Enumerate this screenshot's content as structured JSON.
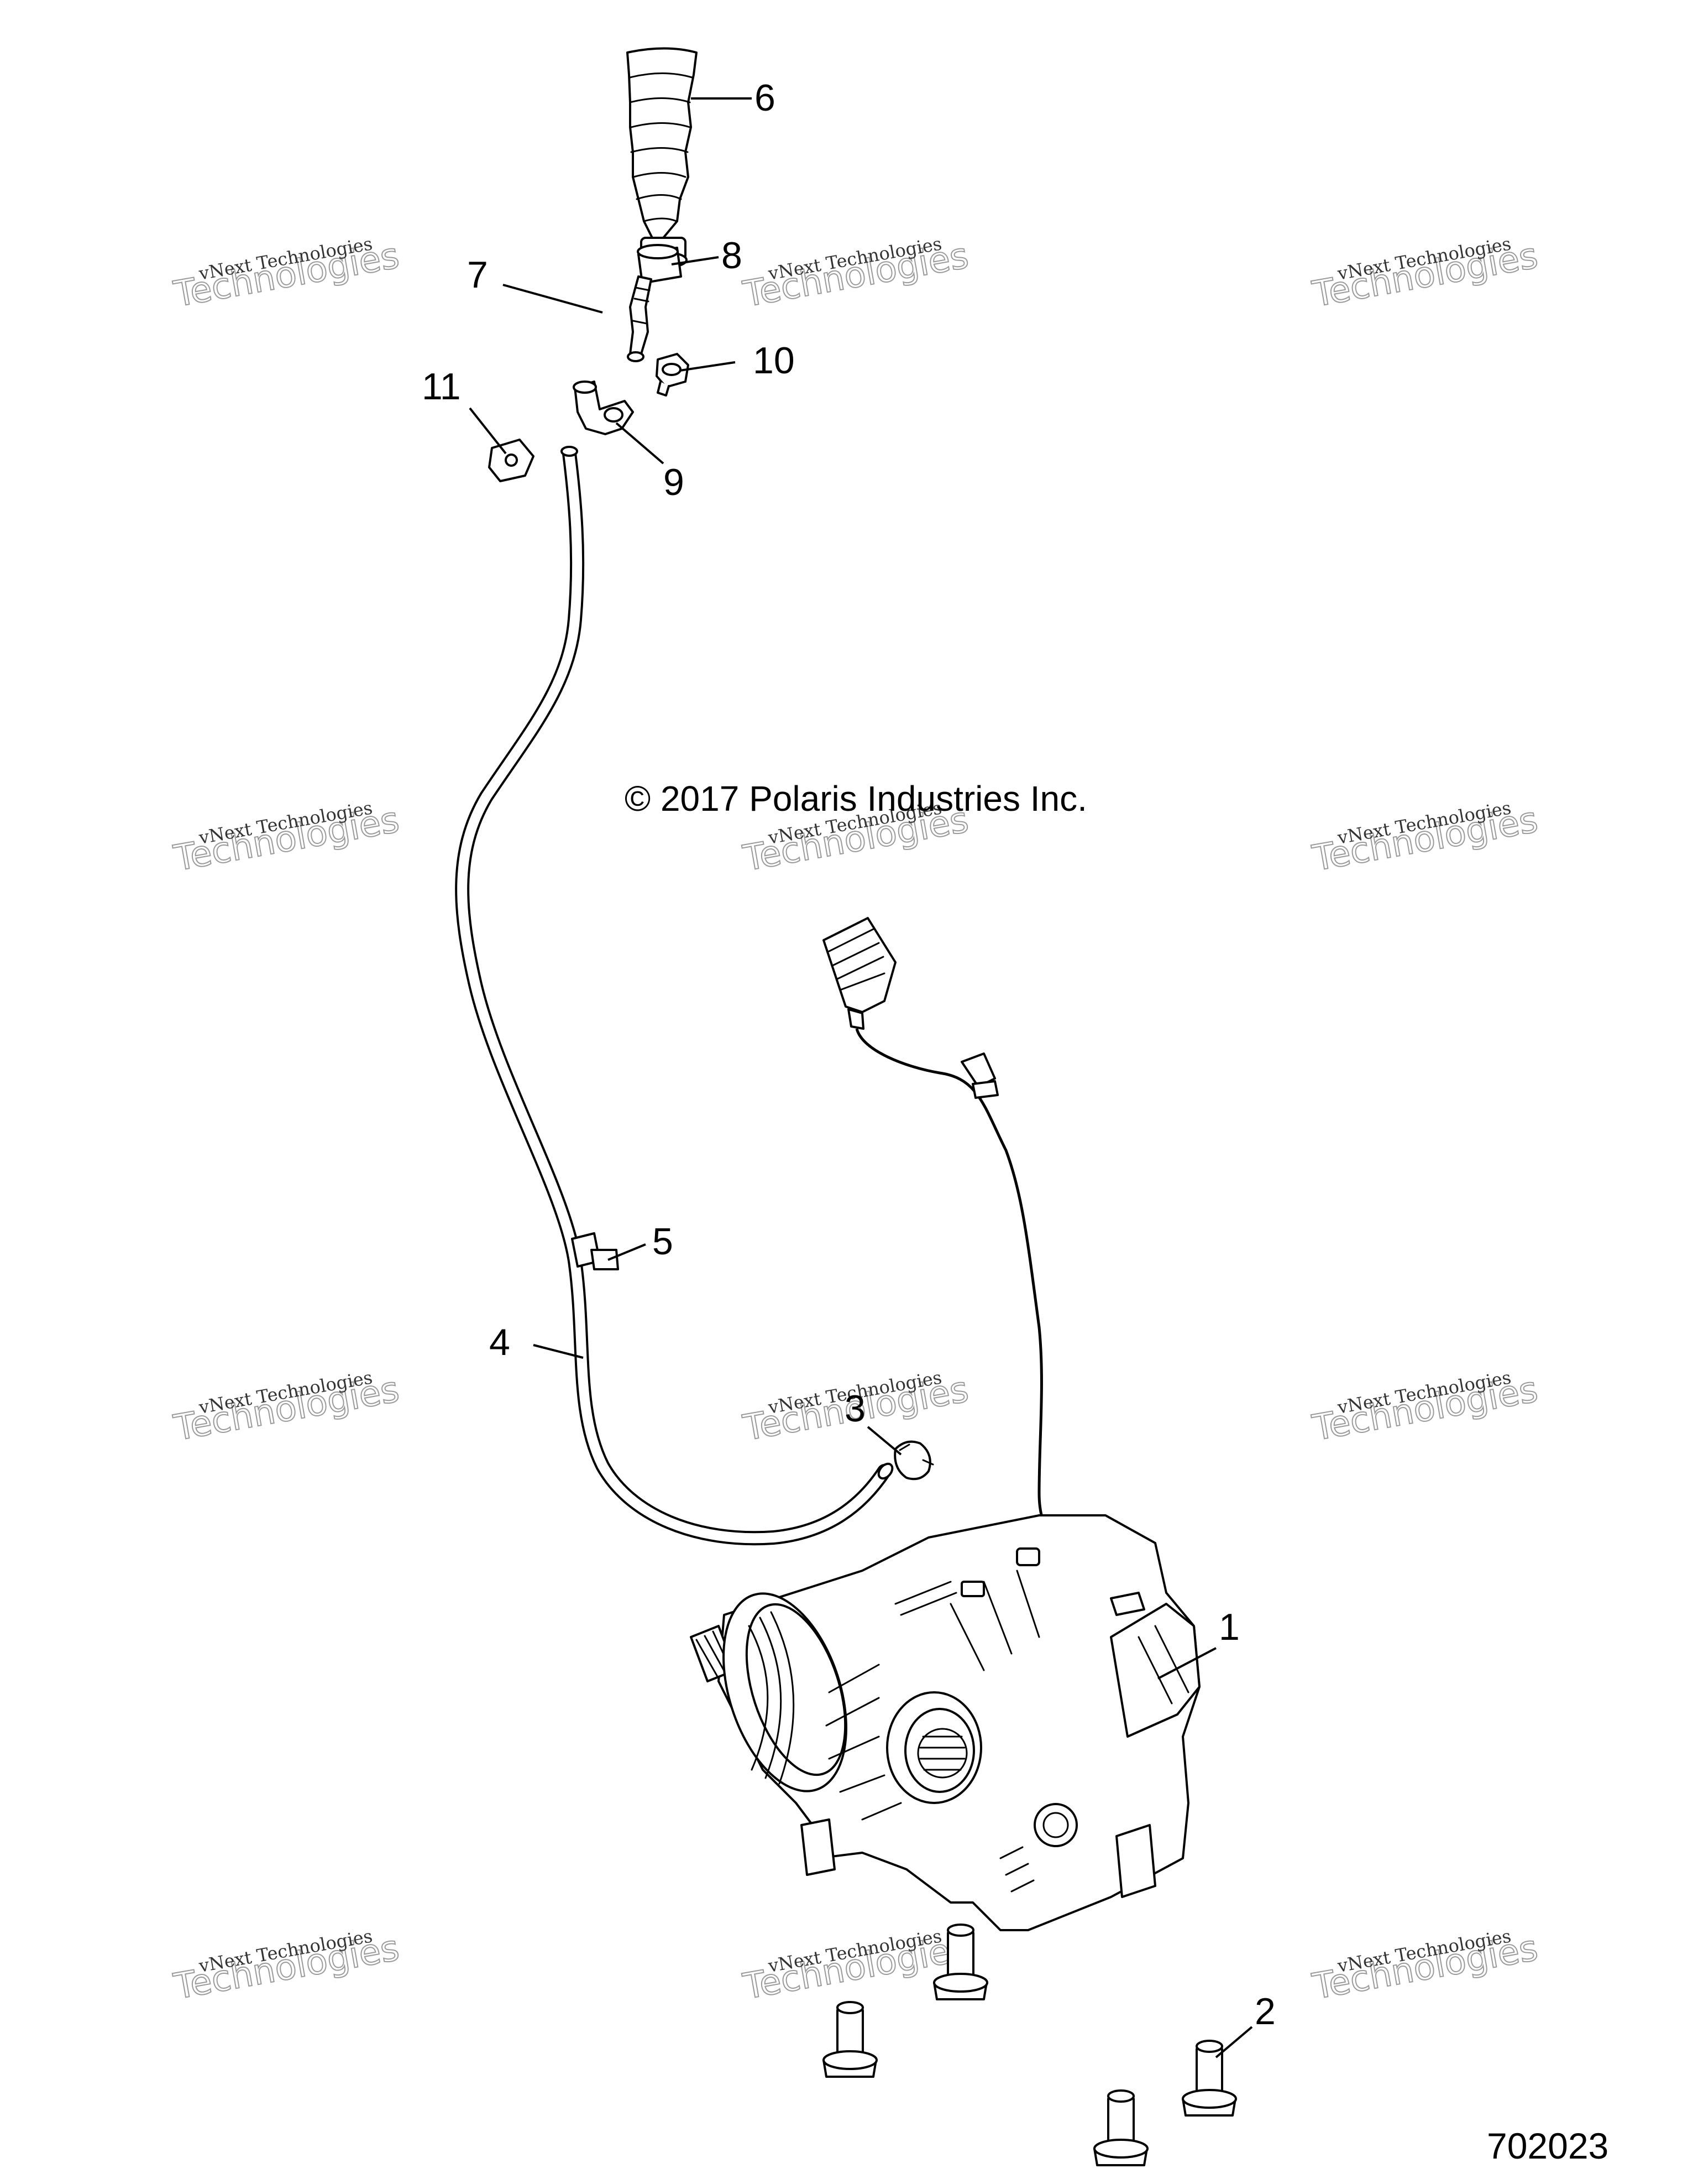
{
  "copyright": "© 2017 Polaris Industries Inc.",
  "figure_number": "702023",
  "watermark": {
    "line1": "vNext Technologies",
    "line2": "Technologies"
  },
  "callouts": [
    {
      "id": "1",
      "label": "1"
    },
    {
      "id": "2",
      "label": "2"
    },
    {
      "id": "3",
      "label": "3"
    },
    {
      "id": "4",
      "label": "4"
    },
    {
      "id": "5",
      "label": "5"
    },
    {
      "id": "6",
      "label": "6"
    },
    {
      "id": "7",
      "label": "7"
    },
    {
      "id": "8",
      "label": "8"
    },
    {
      "id": "9",
      "label": "9"
    },
    {
      "id": "10",
      "label": "10"
    },
    {
      "id": "11",
      "label": "11"
    }
  ],
  "colors": {
    "ink": "#000000",
    "background": "#ffffff",
    "watermark": "#9a9a9a"
  }
}
